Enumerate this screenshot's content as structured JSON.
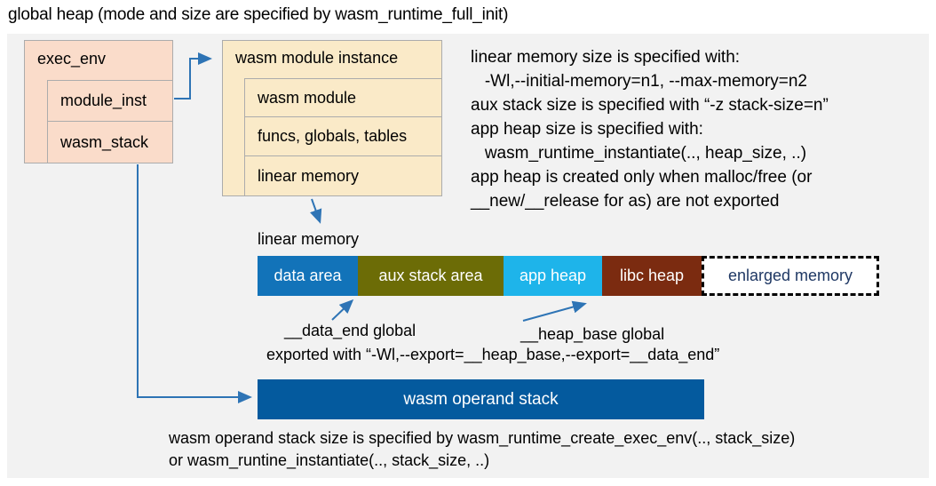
{
  "title": "global heap (mode and size are specified by wasm_runtime_full_init)",
  "colors": {
    "panel_bg": "#f2f2f2",
    "salmon_fill": "#fadcca",
    "cream_fill": "#faeac8",
    "box_border": "#acacac",
    "arrow_blue": "#2e74b5",
    "data_area": "#1273b9",
    "aux_stack_area": "#6c6c06",
    "app_heap": "#1eb4ea",
    "libc_heap": "#7b2b10",
    "enlarged_memory_text": "#1f3864",
    "operand_stack": "#045a9e"
  },
  "exec_env": {
    "title": "exec_env",
    "rows": [
      {
        "label": "module_inst"
      },
      {
        "label": "wasm_stack"
      }
    ]
  },
  "module_instance": {
    "title": "wasm module instance",
    "rows": [
      {
        "label": "wasm module"
      },
      {
        "label": "funcs, globals, tables"
      },
      {
        "label": "linear memory"
      }
    ]
  },
  "notes": {
    "lines": [
      "linear memory size is specified with:",
      "   -Wl,--initial-memory=n1, --max-memory=n2",
      "aux stack size is specified with “-z stack-size=n”",
      "app heap size is specified with:",
      "   wasm_runtime_instantiate(.., heap_size, ..)",
      "app heap is created only when malloc/free (or",
      "__new/__release for as) are not exported"
    ]
  },
  "linear_memory": {
    "label": "linear memory",
    "segments": [
      {
        "label": "data area"
      },
      {
        "label": "aux stack area"
      },
      {
        "label": "app heap"
      },
      {
        "label": "libc heap"
      },
      {
        "label": "enlarged memory"
      }
    ]
  },
  "globals_annotations": {
    "data_end": "__data_end global",
    "heap_base": "__heap_base global",
    "export_line": "exported with “-Wl,--export=__heap_base,--export=__data_end”"
  },
  "operand_stack": {
    "label": "wasm operand stack"
  },
  "footer": {
    "lines": [
      "wasm operand stack size is specified by wasm_runtime_create_exec_env(.., stack_size)",
      "or wasm_runtine_instantiate(.., stack_size, ..)"
    ]
  }
}
